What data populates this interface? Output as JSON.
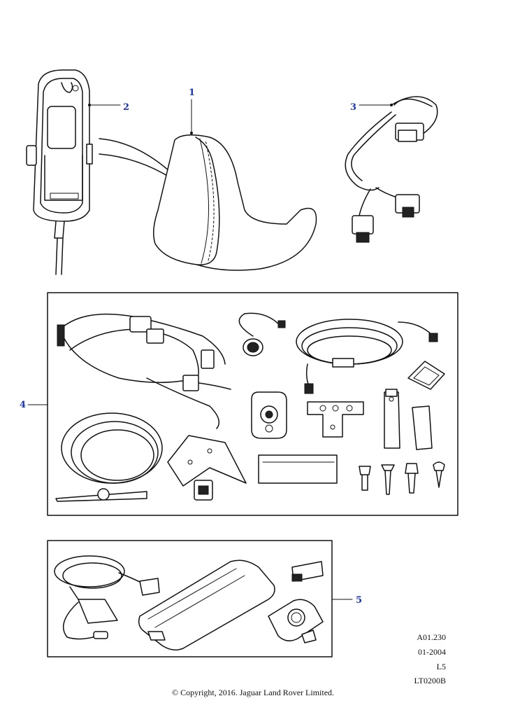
{
  "callouts": {
    "c1": "1",
    "c2": "2",
    "c3": "3",
    "c4": "4",
    "c5": "5"
  },
  "meta": {
    "ref": "A01.230",
    "date": "01-2004",
    "level": "L5",
    "code": "LT0200B"
  },
  "copyright": "© Copyright, 2016. Jaguar Land Rover Limited.",
  "colors": {
    "callout": "#1a36b0",
    "line": "#111111"
  }
}
